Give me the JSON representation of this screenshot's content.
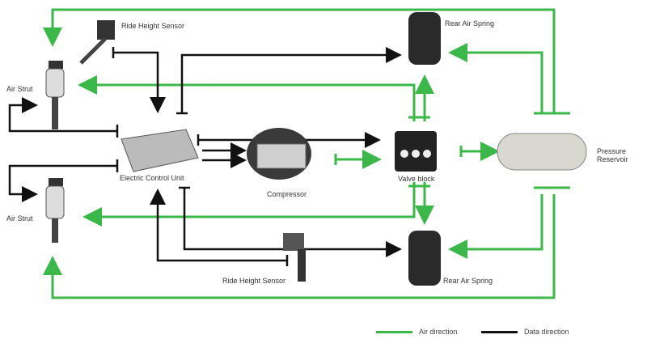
{
  "colors": {
    "air": "#3cb84a",
    "data": "#111111"
  },
  "components": {
    "ride_height_sensor_top": "Ride Height Sensor",
    "rear_air_spring_top": "Rear Air Spring",
    "air_strut_top": "Air Strut",
    "ecu": "Electric Control Unit",
    "compressor": "Compressor",
    "valve_block": "Valve block",
    "reservoir": "Pressure Reservoir",
    "air_strut_bottom": "Air Strut",
    "ride_height_sensor_bottom": "Ride Height Sensor",
    "rear_air_spring_bottom": "Rear Air Spring"
  },
  "legend": {
    "air": "Air direction",
    "data": "Data direction"
  }
}
